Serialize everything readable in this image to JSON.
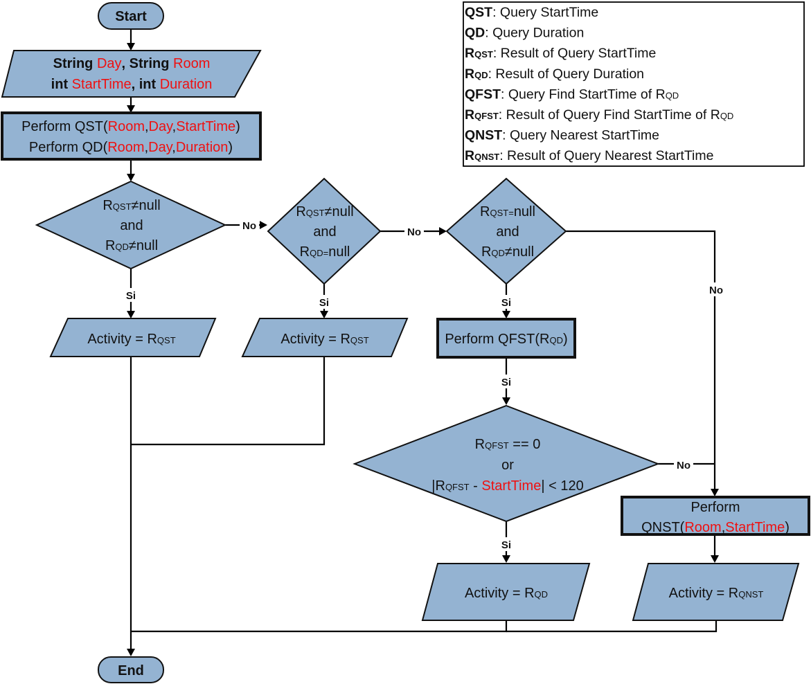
{
  "colors": {
    "node_fill": "#94b3d2",
    "highlight_text": "#ee1111"
  },
  "terminals": {
    "start": "Start",
    "end": "End"
  },
  "input_node": {
    "l1_a": "String ",
    "l1_b": "Day",
    "l1_c": ", String ",
    "l1_d": "Room",
    "l2_a": "int ",
    "l2_b": "StartTime",
    "l2_c": ", int ",
    "l2_d": "Duration"
  },
  "perform_node": {
    "l1_a": "Perform QST(",
    "l1_b": "Room",
    "l1_c": ",",
    "l1_d": "Day",
    "l1_e": ",",
    "l1_f": "StartTime",
    "l1_g": ")",
    "l2_a": "Perform QD(",
    "l2_b": "Room",
    "l2_c": ",",
    "l2_d": "Day",
    "l2_e": ",",
    "l2_f": "Duration",
    "l2_g": ")"
  },
  "decision1": {
    "l1_r": "R",
    "l1_s": "QST",
    "l1_t": "≠null",
    "l2": "and",
    "l3_r": "R",
    "l3_s": "QD",
    "l3_t": "≠null"
  },
  "decision2": {
    "l1_r": "R",
    "l1_s": "QST",
    "l1_t": "≠null",
    "l2": "and",
    "l3_r": "R",
    "l3_s": "QD=",
    "l3_t": "null"
  },
  "decision3": {
    "l1_r": "R",
    "l1_s": "QST=",
    "l1_t": "null",
    "l2": "and",
    "l3_r": "R",
    "l3_s": "QD",
    "l3_t": "≠null"
  },
  "activity1": {
    "a": "Activity = R",
    "s": "QST"
  },
  "activity2": {
    "a": "Activity = R",
    "s": "QST"
  },
  "qfst_node": {
    "a": "Perform QFST(R",
    "s": "QD",
    "c": ")"
  },
  "decision4": {
    "l1_r": "R",
    "l1_s": "QFST",
    "l1_t": " == 0",
    "l2": "or",
    "l3_a": "|R",
    "l3_s": "QFST",
    "l3_b": " - ",
    "l3_c": "StartTime",
    "l3_d": "| < 120"
  },
  "qnst_node": {
    "l1": "Perform",
    "l2_a": "QNST(",
    "l2_b": "Room",
    "l2_c": ",",
    "l2_d": "StartTime",
    "l2_e": ")"
  },
  "activity_qd": {
    "a": "Activity = R",
    "s": "QD"
  },
  "activity_qnst": {
    "a": "Activity = R",
    "s": "QNST"
  },
  "edge_labels": {
    "no": "No",
    "si": "Si"
  },
  "legend": [
    {
      "abbr": "QST",
      "sub": "",
      "desc": ": Query StartTime"
    },
    {
      "abbr": "QD",
      "sub": "",
      "desc": ": Query Duration"
    },
    {
      "abbr": "R",
      "sub": "QST",
      "desc": ": Result of Query StartTime"
    },
    {
      "abbr": "R",
      "sub": "QD",
      "desc": ": Result of Query Duration"
    },
    {
      "abbr": "QFST",
      "sub": "",
      "desc": ": Query Find StartTime of R",
      "tail_sub": "QD"
    },
    {
      "abbr": "R",
      "sub": "QFST",
      "desc": ": Result of Query Find StartTime of R",
      "tail_sub": "QD"
    },
    {
      "abbr": "QNST",
      "sub": "",
      "desc": ": Query Nearest StartTime"
    },
    {
      "abbr": "R",
      "sub": "QNST",
      "desc": ": Result of Query Nearest StartTime"
    }
  ]
}
